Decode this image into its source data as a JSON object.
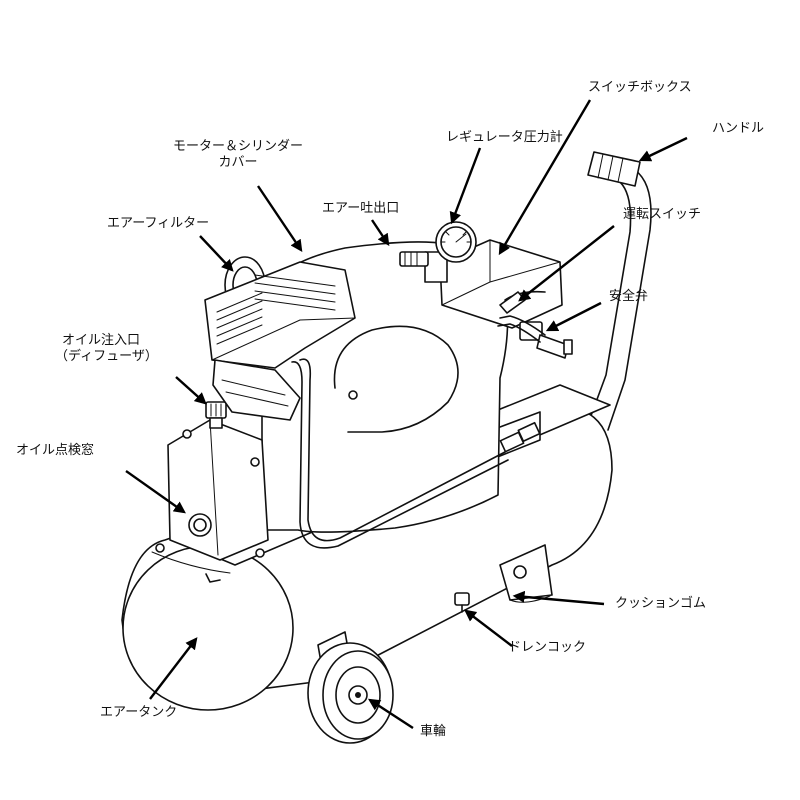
{
  "labels": {
    "switch_box": "スイッチボックス",
    "handle": "ハンドル",
    "motor_cover_1": "モーター＆シリンダー",
    "motor_cover_2": "カバー",
    "regulator_gauge": "レギュレータ圧力計",
    "air_outlet": "エアー吐出口",
    "air_filter": "エアーフィルター",
    "run_switch": "運転スイッチ",
    "safety_valve": "安全弁",
    "oil_inlet_1": "オイル注入口",
    "oil_inlet_2": "（ディフューザ）",
    "oil_window": "オイル点検窓",
    "cushion_rubber": "クッションゴム",
    "drain_cock": "ドレンコック",
    "air_tank": "エアータンク",
    "wheel": "車輪"
  }
}
